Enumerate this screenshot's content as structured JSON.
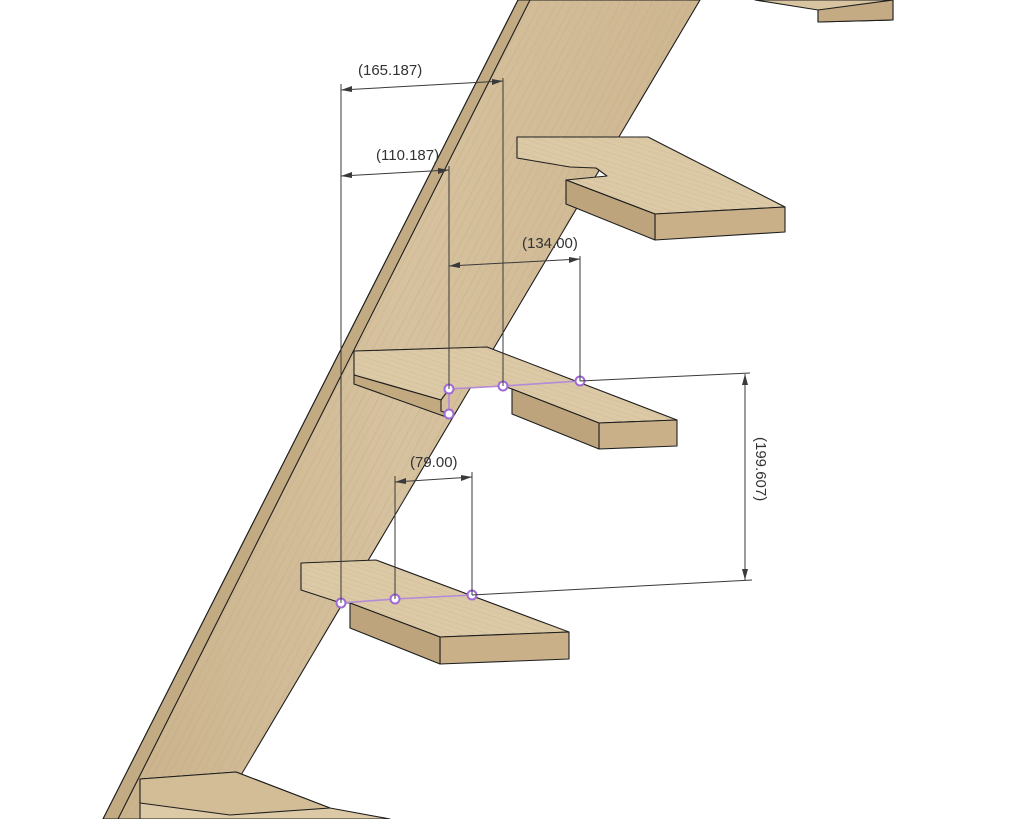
{
  "dimensions": [
    {
      "id": "d1",
      "label": "(165.187)"
    },
    {
      "id": "d2",
      "label": "(110.187)"
    },
    {
      "id": "d3",
      "label": "(134.00)"
    },
    {
      "id": "d4",
      "label": "(79.00)"
    },
    {
      "id": "d5",
      "label": "(199.607)"
    }
  ],
  "colors": {
    "wood_light": "#dcc9a6",
    "wood_mid": "#cdb58c",
    "wood_dark": "#b89f78",
    "sketch": "#a06ad6",
    "dimension": "#3a3a3a",
    "background": "#ffffff"
  }
}
